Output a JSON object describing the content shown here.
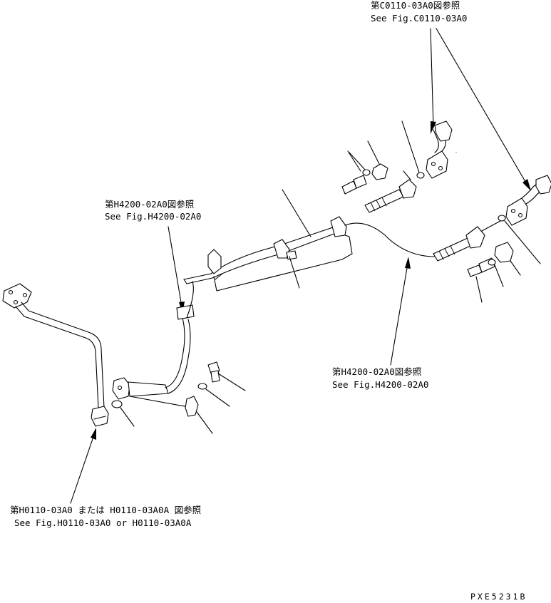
{
  "references": {
    "top_right": {
      "jp": "第C0110-03A0図参照",
      "en": "See Fig.C0110-03A0"
    },
    "middle_left": {
      "jp": "第H4200-02A0図参照",
      "en": "See Fig.H4200-02A0"
    },
    "middle_right": {
      "jp": "第H4200-02A0図参照",
      "en": "See Fig.H4200-02A0"
    },
    "bottom_left": {
      "jp": "第H0110-03A0 または H0110-03A0A 図参照",
      "en": "See Fig.H0110-03A0 or H0110-03A0A"
    }
  },
  "drawing_code": "PXE5231B"
}
